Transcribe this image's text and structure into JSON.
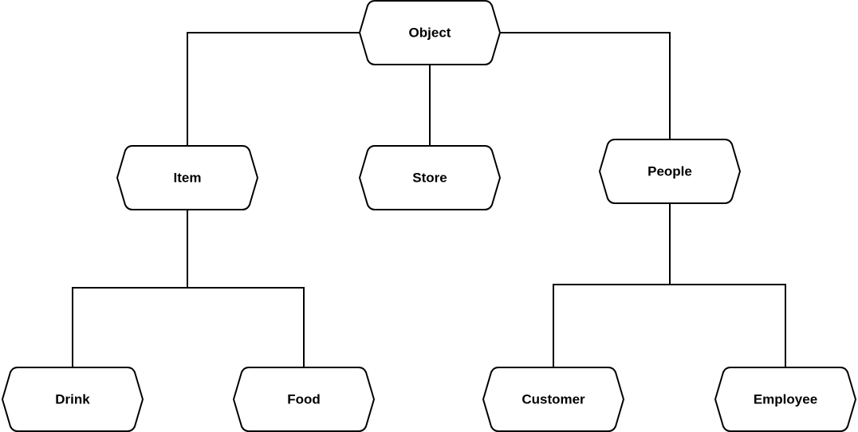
{
  "diagram": {
    "nodes": {
      "object": "Object",
      "item": "Item",
      "store": "Store",
      "people": "People",
      "drink": "Drink",
      "food": "Food",
      "customer": "Customer",
      "employee": "Employee"
    },
    "colors": {
      "stroke": "#000000",
      "fill": "#ffffff",
      "background": "#ffffff"
    }
  }
}
